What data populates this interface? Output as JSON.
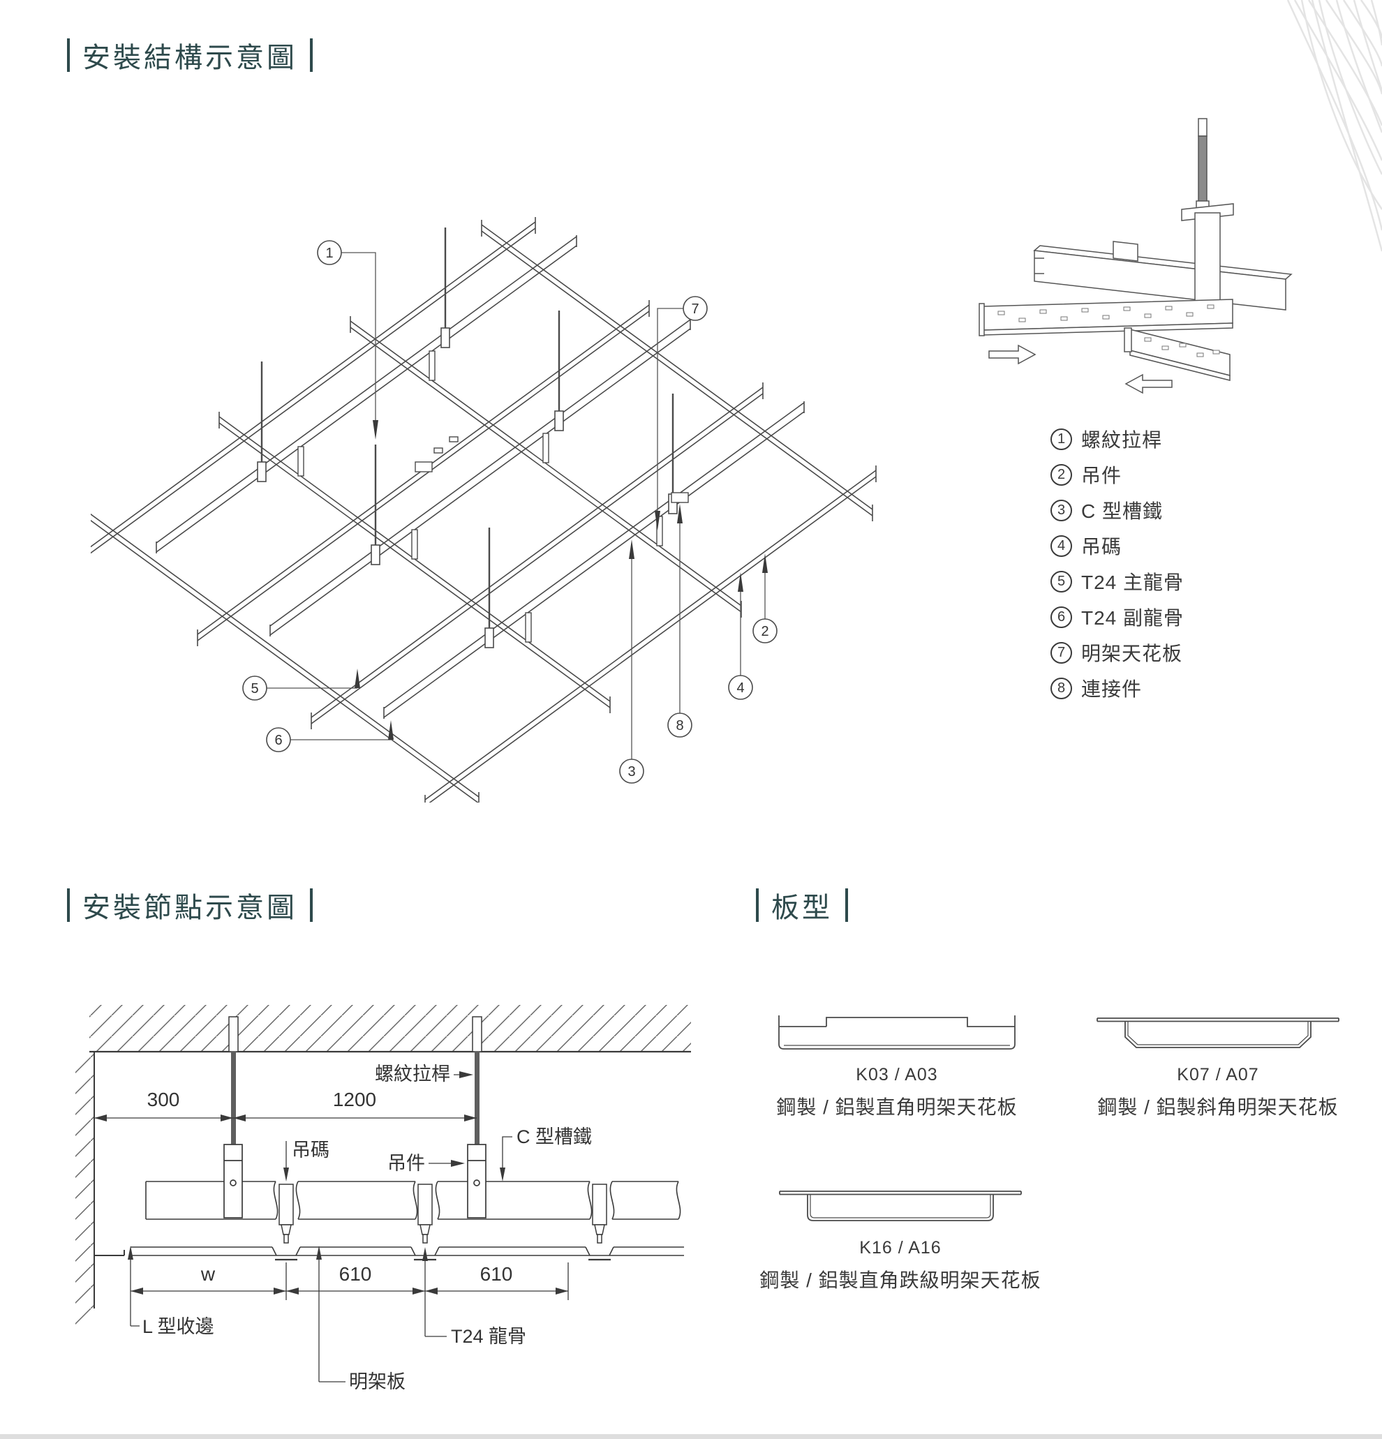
{
  "header": {
    "structure_title": "安裝結構示意圖",
    "node_title": "安裝節點示意圖",
    "panel_title": "板型"
  },
  "legend": {
    "items": [
      {
        "num": "1",
        "label": "螺紋拉桿"
      },
      {
        "num": "2",
        "label": "吊件"
      },
      {
        "num": "3",
        "label": "C 型槽鐵"
      },
      {
        "num": "4",
        "label": "吊碼"
      },
      {
        "num": "5",
        "label": "T24 主龍骨"
      },
      {
        "num": "6",
        "label": "T24 副龍骨"
      },
      {
        "num": "7",
        "label": "明架天花板"
      },
      {
        "num": "8",
        "label": "連接件"
      }
    ]
  },
  "node_diagram": {
    "dim_300": "300",
    "dim_1200": "1200",
    "dim_w": "w",
    "dim_610a": "610",
    "dim_610b": "610",
    "label_rod": "螺紋拉桿",
    "label_hanger": "吊件",
    "label_clip": "吊碼",
    "label_channel": "C 型槽鐵",
    "label_ltrim": "L 型收邊",
    "label_tbar": "T24 龍骨",
    "label_panel": "明架板"
  },
  "panel_types": [
    {
      "code": "K03 / A03",
      "desc": "鋼製 / 鋁製直角明架天花板"
    },
    {
      "code": "K07 / A07",
      "desc": "鋼製 / 鋁製斜角明架天花板"
    },
    {
      "code": "K16 / A16",
      "desc": "鋼製 / 鋁製直角跌級明架天花板"
    }
  ],
  "colors": {
    "accent": "#2e4a4c",
    "line": "#4a4a4a",
    "text": "#333333"
  }
}
